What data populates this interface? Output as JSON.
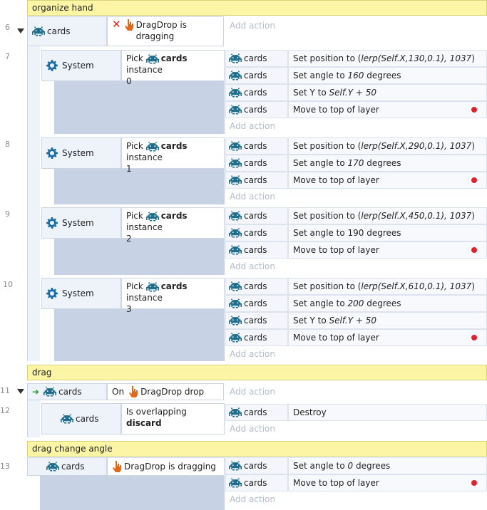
{
  "groups": [
    {
      "id": "g1",
      "title": "organize hand"
    },
    {
      "id": "g2",
      "title": "drag"
    },
    {
      "id": "g3",
      "title": "drag change angle"
    }
  ],
  "rows": {
    "r6": {
      "num": "6",
      "obj": "cards",
      "cond_text": "DragDrop is dragging",
      "add": "Add action"
    },
    "r7": {
      "num": "7",
      "obj": "System",
      "pick": "Pick",
      "pick_obj": "cards",
      "pick_mid": "instance",
      "pick_idx": "0",
      "actions": [
        {
          "obj": "cards",
          "text": "Set position to (",
          "italic": "lerp(Self.X,130,0.1), 1037",
          "end": ")"
        },
        {
          "obj": "cards",
          "text": "Set angle to ",
          "italic": "160",
          "end": " degrees"
        },
        {
          "obj": "cards",
          "text": "Set Y to ",
          "italic": "Self.Y + 50",
          "end": ""
        },
        {
          "obj": "cards",
          "text": "Move to top of layer",
          "italic": "",
          "end": ""
        }
      ],
      "add": "Add action"
    },
    "r8": {
      "num": "8",
      "obj": "System",
      "pick": "Pick",
      "pick_obj": "cards",
      "pick_mid": "instance",
      "pick_idx": "1",
      "actions": [
        {
          "obj": "cards",
          "text": "Set position to (",
          "italic": "lerp(Self.X,290,0.1), 1037",
          "end": ")"
        },
        {
          "obj": "cards",
          "text": "Set angle to ",
          "italic": "170",
          "end": " degrees"
        },
        {
          "obj": "cards",
          "text": "Move to top of layer",
          "italic": "",
          "end": ""
        }
      ],
      "add": "Add action"
    },
    "r9": {
      "num": "9",
      "obj": "System",
      "pick": "Pick",
      "pick_obj": "cards",
      "pick_mid": "instance",
      "pick_idx": "2",
      "actions": [
        {
          "obj": "cards",
          "text": "Set position to (",
          "italic": "lerp(Self.X,450,0.1), 1037",
          "end": ")"
        },
        {
          "obj": "cards",
          "text": "Set angle to 190 degrees",
          "italic": "",
          "end": ""
        },
        {
          "obj": "cards",
          "text": "Move to top of layer",
          "italic": "",
          "end": ""
        }
      ],
      "add": "Add action"
    },
    "r10": {
      "num": "10",
      "obj": "System",
      "pick": "Pick",
      "pick_obj": "cards",
      "pick_mid": "instance",
      "pick_idx": "3",
      "actions": [
        {
          "obj": "cards",
          "text": "Set position to (",
          "italic": "lerp(Self.X,610,0.1), 1037",
          "end": ")"
        },
        {
          "obj": "cards",
          "text": "Set angle to ",
          "italic": "200",
          "end": " degrees"
        },
        {
          "obj": "cards",
          "text": "Set Y to ",
          "italic": "Self.Y + 50",
          "end": ""
        },
        {
          "obj": "cards",
          "text": "Move to top of layer",
          "italic": "",
          "end": ""
        }
      ],
      "add": "Add action"
    },
    "r11": {
      "num": "11",
      "obj": "cards",
      "cond_pre": "On",
      "cond_text": "DragDrop drop",
      "add": "Add action"
    },
    "r12": {
      "num": "12",
      "obj": "cards",
      "cond_text": "Is overlapping",
      "cond_bold": "discard",
      "actions": [
        {
          "obj": "cards",
          "text": "Destroy",
          "italic": "",
          "end": ""
        }
      ],
      "add": "Add action"
    },
    "r13": {
      "num": "13",
      "obj": "cards",
      "cond_text": "DragDrop is dragging",
      "actions": [
        {
          "obj": "cards",
          "text": "Set angle to ",
          "italic": "0",
          "end": " degrees"
        },
        {
          "obj": "cards",
          "text": "Move to top of layer",
          "italic": "",
          "end": ""
        }
      ],
      "add": "Add action"
    }
  },
  "colors": {
    "group_bg": "#fbf5a5",
    "breakpoint": "#e0202a",
    "invader": "#1e6e8c",
    "gear": "#1a6fa8",
    "hand": "#e06a1a",
    "invert": "#e02020"
  },
  "icons": {
    "object": "space-invader-icon",
    "system": "gear-icon",
    "dragdrop": "hand-pointer-icon",
    "invert": "x-icon",
    "trigger": "green-arrow-icon"
  }
}
